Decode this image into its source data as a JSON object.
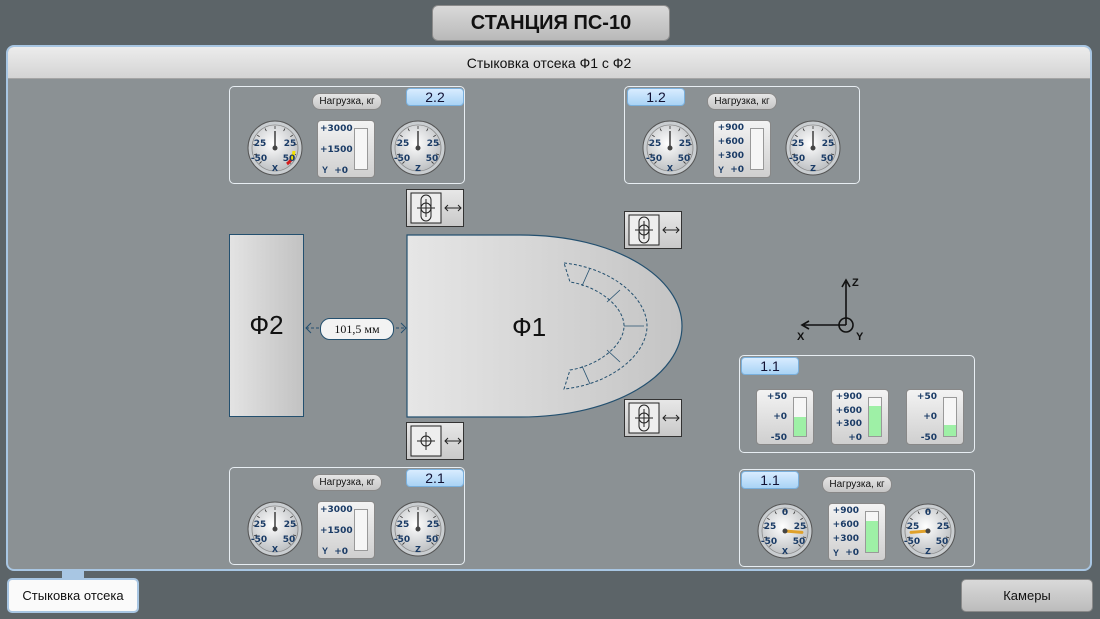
{
  "station_title": "СТАНЦИЯ ПС-10",
  "panel_title": "Стыковка отсека Ф1 с Ф2",
  "load_label": "Нагрузка, кг",
  "modules": {
    "f1": "Ф1",
    "f2": "Ф2"
  },
  "distance": "101,5 мм",
  "axes": {
    "x": "X",
    "y": "Y",
    "z": "Z"
  },
  "groups": {
    "g22": {
      "tag": "2.2",
      "dial_x": {
        "ticks": [
          "25",
          "25",
          "-50",
          "50"
        ],
        "axis": "X",
        "value": 0
      },
      "bar_y": {
        "labels": [
          "+3000",
          "+1500",
          "+0"
        ],
        "axis": "Y",
        "fill": 0
      },
      "dial_z": {
        "ticks": [
          "25",
          "25",
          "-50",
          "50"
        ],
        "axis": "Z",
        "value": 0
      }
    },
    "g12": {
      "tag": "1.2",
      "dial_x": {
        "ticks": [
          "25",
          "25",
          "-50",
          "50"
        ],
        "axis": "X",
        "value": 0
      },
      "bar_y": {
        "labels": [
          "+900",
          "+600",
          "+300",
          "+0"
        ],
        "axis": "Y",
        "fill": 0
      },
      "dial_z": {
        "ticks": [
          "25",
          "25",
          "-50",
          "50"
        ],
        "axis": "Z",
        "value": 0
      }
    },
    "g21": {
      "tag": "2.1",
      "dial_x": {
        "ticks": [
          "25",
          "25",
          "-50",
          "50"
        ],
        "axis": "X",
        "value": 0
      },
      "bar_y": {
        "labels": [
          "+3000",
          "+1500",
          "+0"
        ],
        "axis": "Y",
        "fill": 0
      },
      "dial_z": {
        "ticks": [
          "25",
          "25",
          "-50",
          "50"
        ],
        "axis": "Z",
        "value": 0
      }
    },
    "g11a": {
      "tag": "1.1",
      "bars": [
        {
          "labels": [
            "+50",
            "+0",
            "-50"
          ],
          "fill": 0.5
        },
        {
          "labels": [
            "+900",
            "+600",
            "+300",
            "+0"
          ],
          "fill": 0.78
        },
        {
          "labels": [
            "+50",
            "+0",
            "-50"
          ],
          "fill": 0.3
        }
      ]
    },
    "g11b": {
      "tag": "1.1",
      "dial_x": {
        "ticks": [
          "0",
          "25",
          "25",
          "-50",
          "50"
        ],
        "axis": "X",
        "value": 35
      },
      "bar_y": {
        "labels": [
          "+900",
          "+600",
          "+300",
          "+0"
        ],
        "axis": "Y",
        "fill": 0.78
      },
      "dial_z": {
        "ticks": [
          "0",
          "25",
          "25",
          "-50",
          "50"
        ],
        "axis": "Z",
        "value": -35
      }
    }
  },
  "buttons": {
    "docking": "Стыковка отсека",
    "cameras": "Камеры"
  },
  "colors": {
    "accent": "#a8c6e3",
    "panel_bg": "#8b9194",
    "needle": "#e0a12a",
    "bar_fill": "#9ef0a6"
  }
}
